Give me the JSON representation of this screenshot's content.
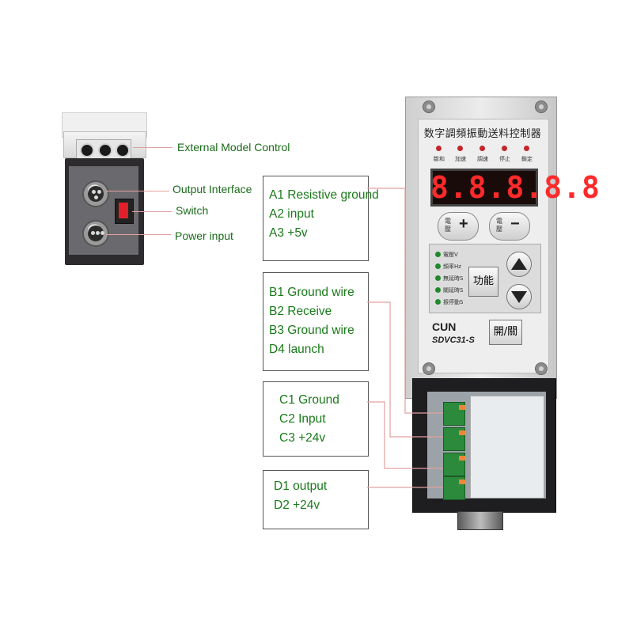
{
  "side_view": {
    "labels": {
      "external": "External Model Control",
      "output": "Output Interface",
      "switch": "Switch",
      "power": "Power input"
    }
  },
  "boxes": {
    "a": [
      "A1 Resistive ground",
      "A2 input",
      "A3 +5v"
    ],
    "b": [
      "B1 Ground wire",
      "B2 Receive",
      "B3 Ground wire",
      "D4 launch"
    ],
    "c": [
      "C1 Ground",
      "C2 Input",
      "C3 +24v"
    ],
    "d": [
      "D1 output",
      "D2 +24v"
    ]
  },
  "controller": {
    "title": "数字調頻振動送料控制器",
    "led_labels": [
      "斷和",
      "加速",
      "調速",
      "停止",
      "鎖定"
    ],
    "display": "8.8.8.8.8",
    "buttons": {
      "plus_cjk": "電壓",
      "plus_sym": "+",
      "minus_cjk": "電壓",
      "minus_sym": "−",
      "function": "功能",
      "onoff": "開/關"
    },
    "indicator_labels": [
      "電壓V",
      "頻率Hz",
      "無延時S",
      "關延時S",
      "振停動S"
    ],
    "brand": "CUN",
    "model": "SDVC31-S"
  },
  "colors": {
    "label_green": "#1a7a1a",
    "leader_pink": "#e2a0a0",
    "display_red": "#ff2a2a"
  }
}
